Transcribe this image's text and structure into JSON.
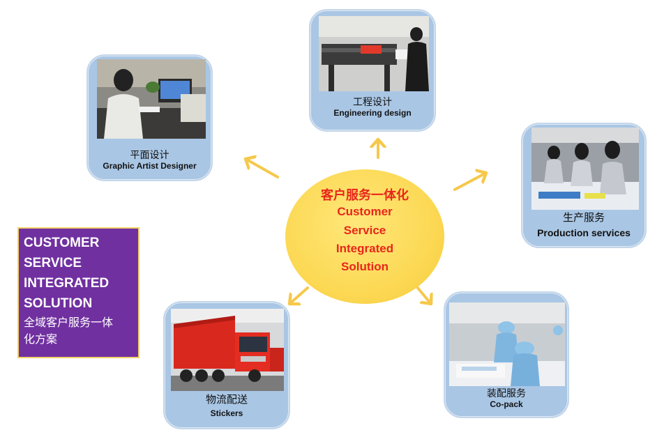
{
  "center": {
    "title_zh": "客户服务一体化",
    "title_en_lines": [
      "Customer",
      "Service",
      "Integrated",
      "Solution"
    ]
  },
  "sidebox": {
    "lines_en": [
      "CUSTOMER",
      "SERVICE",
      "INTEGRATED",
      "SOLUTION"
    ],
    "lines_zh": [
      "全域客户服务一体",
      "化方案"
    ]
  },
  "nodes": {
    "graphic": {
      "zh": "平面设计",
      "en": "Graphic Artist Designer"
    },
    "engineering": {
      "zh": "工程设计",
      "en": "Engineering design"
    },
    "production": {
      "zh": "生产服务",
      "en": "Production services"
    },
    "copack": {
      "zh": "装配服务",
      "en": "Co-pack"
    },
    "logistics": {
      "zh": "物流配送",
      "en": "Stickers"
    }
  },
  "colors": {
    "card": "#a9c6e4",
    "center": "#fcd955",
    "center_text": "#e8261b",
    "arrow": "#f6c84b",
    "sidebox": "#7030a0"
  }
}
